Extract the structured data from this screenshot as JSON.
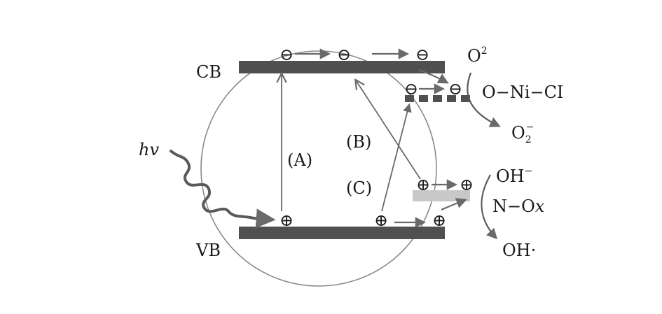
{
  "diagram": {
    "labels": {
      "cb": "CB",
      "vb": "VB",
      "hv": "hv",
      "path_a": "(A)",
      "path_b": "(B)",
      "path_c": "(C)",
      "o2": "O",
      "o2_sup": "2",
      "o_ni_cl": "O−Ni−CI",
      "o2_minus": "O",
      "o2_minus_sub": "2",
      "o2_minus_sup": "−",
      "oh_minus": "OH",
      "oh_minus_sup": "−",
      "n_ox": "N−O",
      "n_ox_x": "x",
      "oh_radical": "OH·"
    },
    "symbols": {
      "electron": "⊖",
      "hole": "⊕"
    },
    "colors": {
      "band": "#505050",
      "arrow": "#6a6a6a",
      "circle": "#8a8a8a",
      "trap_level": "#c8c8c8",
      "text": "#1a1a1a"
    }
  }
}
